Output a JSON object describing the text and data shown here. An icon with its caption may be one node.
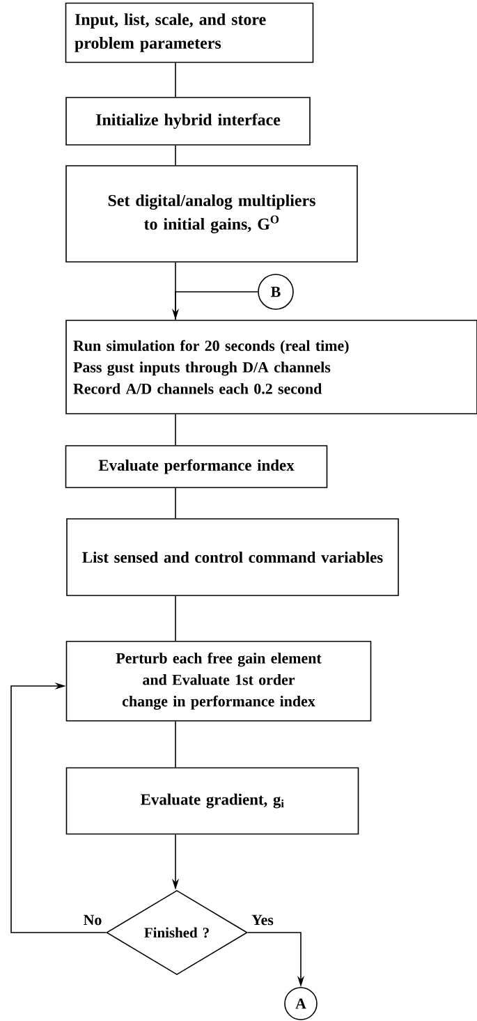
{
  "diagram": {
    "nodes": [
      {
        "text": [
          "Input, list, scale, and store problem parameters"
        ]
      },
      {
        "text": [
          "Initialize hybrid interface"
        ]
      },
      {
        "text": [
          "Set digital/analog multipliers to initial gains, G$^{O}$"
        ]
      },
      {
        "text": [
          "B"
        ]
      },
      {
        "text": [
          "Run simulation for 20 seconds (real time)",
          "Pass gust inputs through D/A channels",
          "Record A/D channels each 0.2 second"
        ]
      },
      {
        "text": [
          "Evaluate performance index"
        ]
      },
      {
        "text": [
          "List sensed and control command variables"
        ]
      },
      {
        "text": [
          "Perturb each free gain element and Evaluate 1st order change in performance index"
        ]
      },
      {
        "text": [
          "Evaluate gradient, g$_{i}$"
        ]
      },
      {
        "text": [
          "Finished ?"
        ]
      },
      {
        "text": [
          "A"
        ]
      }
    ],
    "edges": [
      {
        "from": 0,
        "to": 1,
        "arrow": "none"
      },
      {
        "from": 1,
        "to": 2,
        "arrow": "none"
      },
      {
        "from": 2,
        "to": 4,
        "arrow": "none"
      },
      {
        "from": 3,
        "to": 4,
        "arrow": "to"
      },
      {
        "from": 4,
        "to": 5,
        "arrow": "none"
      },
      {
        "from": 5,
        "to": 6,
        "arrow": "none"
      },
      {
        "from": 6,
        "to": 7,
        "arrow": "none"
      },
      {
        "from": 7,
        "to": 8,
        "arrow": "none"
      },
      {
        "from": 8,
        "to": 9,
        "arrow": "to"
      },
      {
        "from": 9,
        "to": 7,
        "arrow": "to",
        "label": "No"
      },
      {
        "from": 9,
        "to": 10,
        "arrow": "to",
        "label": "Yes"
      }
    ]
  }
}
